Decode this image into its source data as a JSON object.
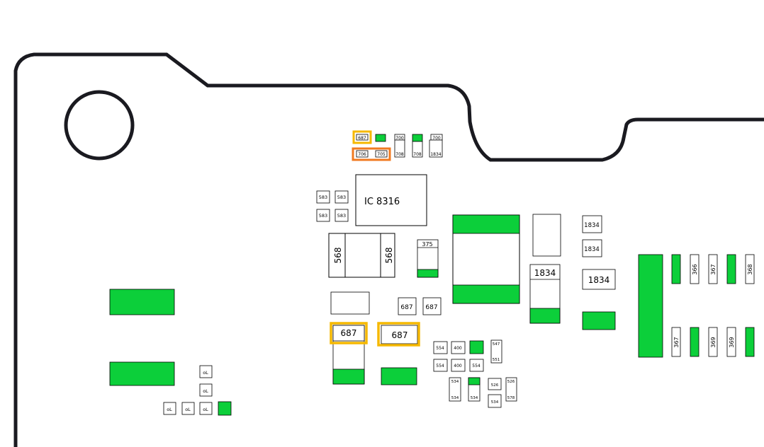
{
  "colors": {
    "background": "#ffffff",
    "outline": "#1a1a20",
    "pad_green": "#0ccf3a",
    "highlight_yellow": "#f5b800",
    "highlight_orange": "#f07a20",
    "component_stroke": "#000000"
  },
  "ic": {
    "label": "IC 8316"
  },
  "labels": {
    "top_row": [
      "687",
      "700",
      "700"
    ],
    "second_row": [
      "706",
      "705",
      "708",
      "708",
      "1834"
    ],
    "res_583": [
      "583",
      "583",
      "583",
      "583"
    ],
    "inductor": [
      "568",
      "568"
    ],
    "cap_375": "375",
    "pair_687_small": [
      "687",
      "687"
    ],
    "pair_687_highlight": [
      "687",
      "687"
    ],
    "big_1834": "1834",
    "right_1834": [
      "1834",
      "1834",
      "1834"
    ],
    "right_vertical_top": [
      "366",
      "367",
      "368"
    ],
    "right_vertical_bottom": [
      "367",
      "369",
      "369"
    ],
    "ol_cells": [
      "oL",
      "oL",
      "oL",
      "oL",
      "oL"
    ],
    "cluster": {
      "r1": [
        "554",
        "400",
        "547",
        "551"
      ],
      "r2": [
        "554",
        "400",
        "554"
      ],
      "r3": [
        "534",
        "534",
        "534",
        "526",
        "526",
        "578",
        "534"
      ]
    }
  }
}
